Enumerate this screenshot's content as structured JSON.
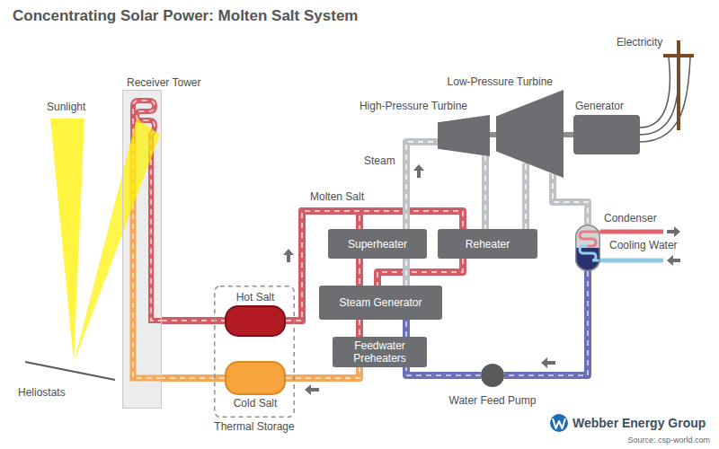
{
  "diagram": {
    "title": "Concentrating Solar Power: Molten Salt System",
    "nodes": [
      {
        "text": [
          "Receiver Tower"
        ]
      },
      {
        "text": [
          "High-Pressure Turbine"
        ]
      },
      {
        "text": [
          "Low-Pressure Turbine"
        ]
      },
      {
        "text": [
          "Generator"
        ]
      },
      {
        "text": [
          "Superheater"
        ]
      },
      {
        "text": [
          "Reheater"
        ]
      },
      {
        "text": [
          "Condenser"
        ]
      },
      {
        "text": [
          "Thermal Storage"
        ]
      },
      {
        "text": [
          "Hot Salt"
        ],
        "in": 7
      },
      {
        "text": [
          "Steam Generator"
        ]
      },
      {
        "text": [
          "Cold Salt"
        ],
        "in": 7
      },
      {
        "text": [
          "Feedwater Preheaters"
        ]
      },
      {
        "text": [
          "Water Feed Pump"
        ]
      }
    ],
    "edges": [
      {
        "from": 0,
        "to": 8,
        "arrow": "none"
      },
      {
        "from": 8,
        "to": 4,
        "arrow": "none"
      },
      {
        "from": 8,
        "to": 5,
        "arrow": "none"
      },
      {
        "from": 4,
        "to": 9,
        "arrow": "none"
      },
      {
        "from": 5,
        "to": 9,
        "arrow": "none"
      },
      {
        "from": 9,
        "to": 11,
        "arrow": "none"
      },
      {
        "from": 11,
        "to": 10,
        "arrow": "none"
      },
      {
        "from": 10,
        "to": 0,
        "arrow": "none"
      },
      {
        "from": 12,
        "to": 11,
        "arrow": "none"
      },
      {
        "from": 11,
        "to": 9,
        "arrow": "none"
      },
      {
        "from": 9,
        "to": 4,
        "arrow": "none"
      },
      {
        "from": 4,
        "to": 1,
        "arrow": "none"
      },
      {
        "from": 1,
        "to": 5,
        "arrow": "none"
      },
      {
        "from": 5,
        "to": 2,
        "arrow": "none"
      },
      {
        "from": 2,
        "to": 6,
        "arrow": "none"
      },
      {
        "from": 6,
        "to": 12,
        "arrow": "none"
      },
      {
        "from": 1,
        "to": 2,
        "arrow": "none"
      },
      {
        "from": 2,
        "to": 3,
        "arrow": "none"
      }
    ],
    "labels": [
      "Sunlight",
      "Electricity",
      "Molten Salt",
      "Steam",
      "Cooling Water",
      "Heliostats",
      "Webber Energy Group",
      "Source: csp-world.com"
    ]
  }
}
